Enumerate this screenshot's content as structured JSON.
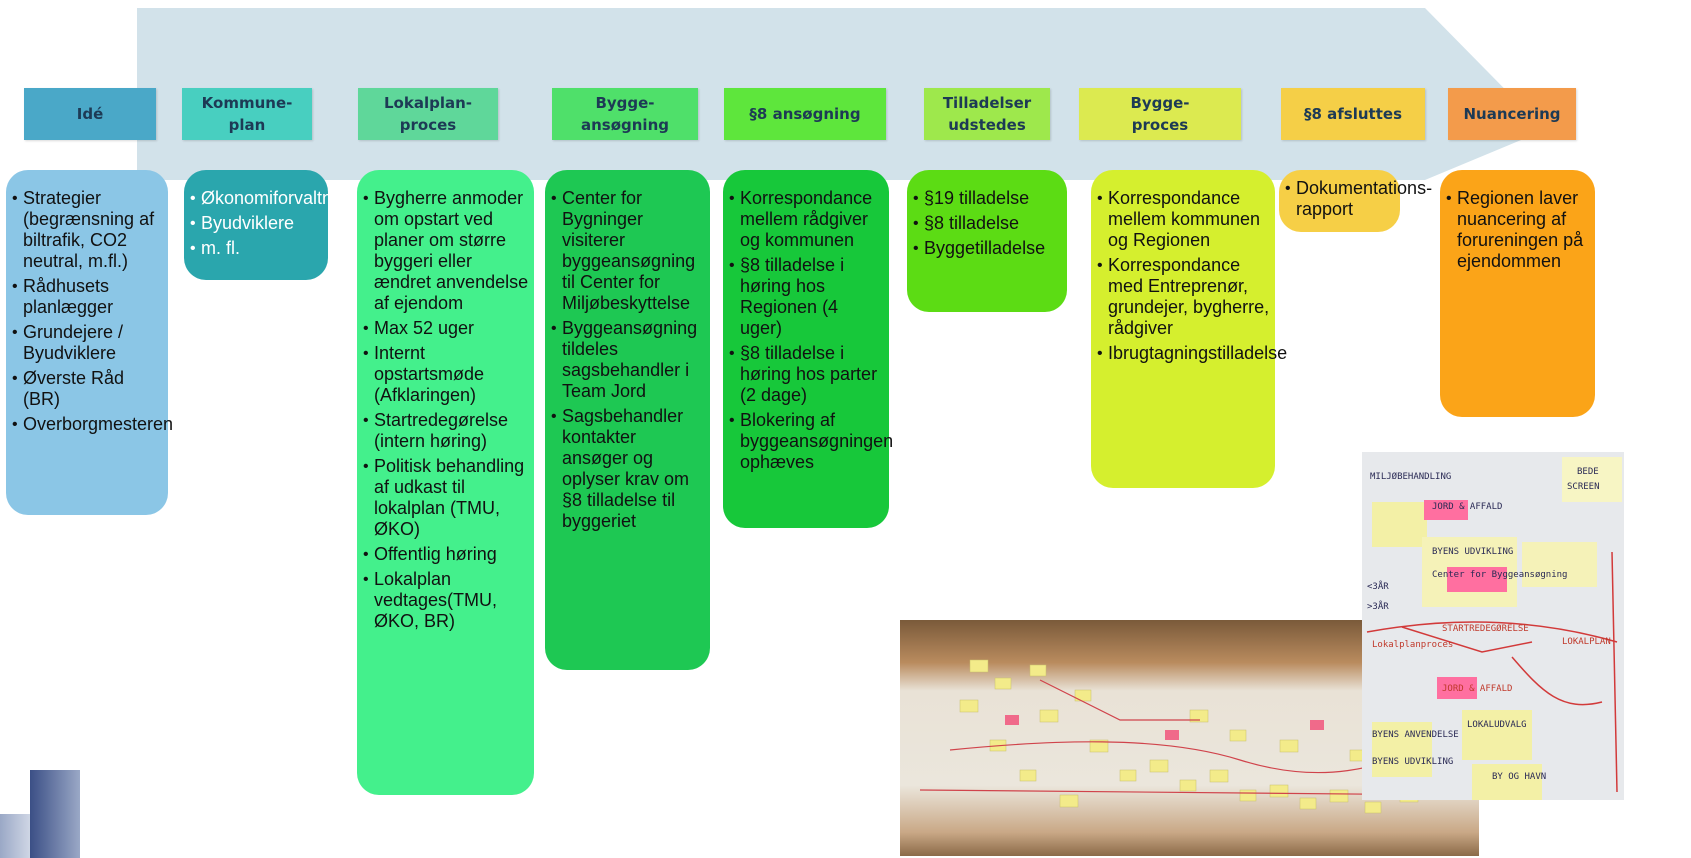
{
  "colors": {
    "arrow_fill": "#d2e2ea",
    "stage_fills": [
      "#4aa8c8",
      "#48cfc0",
      "#5fd79a",
      "#4fe06a",
      "#5ee63c",
      "#9ee84c",
      "#dcea50",
      "#f5cf47",
      "#f39b4b"
    ],
    "panel_fills": [
      "#8bc6e6",
      "#2aa6ad",
      "#44f08c",
      "#1ec853",
      "#17c83a",
      "#5cdc14",
      "#d5ef2e",
      "#f6cf46",
      "#fba418"
    ]
  },
  "stages": [
    "Idé",
    "Kommune-\nplan",
    "Lokalplan-\nproces",
    "Bygge-\nansøgning",
    "§8 ansøgning",
    "Tilladelser\nudstedes",
    "Bygge-\nproces",
    "§8 afsluttes",
    "Nuancering"
  ],
  "panels": [
    [
      "Strategier (begrænsning af biltrafik, CO2 neutral, m.fl.)",
      "Rådhusets planlægger",
      "Grundejere / Byudviklere",
      "Øverste Råd (BR)",
      "Overborgmesteren"
    ],
    [
      "Økonomiforvaltningen",
      "Byudviklere",
      "m. fl."
    ],
    [
      "Bygherre anmoder om opstart ved planer om større byggeri eller ændret anvendelse af ejendom",
      "Max 52 uger",
      "Internt opstartsmøde (Afklaringen)",
      "Startredegørelse (intern høring)",
      "Politisk behandling af udkast til lokalplan (TMU, ØKO)",
      "Offentlig høring",
      "Lokalplan vedtages(TMU, ØKO, BR)"
    ],
    [
      "Center for Bygninger visiterer byggeansøgning til Center for Miljøbeskyttelse",
      "Byggeansøgning tildeles sagsbehandler i Team Jord",
      "Sagsbehandler kontakter ansøger og oplyser krav om §8 tilladelse til byggeriet"
    ],
    [
      "Korrespondance mellem rådgiver og kommunen",
      "§8 tilladelse i høring hos Regionen (4 uger)",
      "§8 tilladelse i høring hos parter (2 dage)",
      "Blokering af byggeansøgningen ophæves"
    ],
    [
      "§19 tilladelse",
      "§8 tilladelse",
      "Byggetilladelse"
    ],
    [
      "Korrespondance mellem kommunen og Regionen",
      "Korrespondance med Entreprenør, grundejer, bygherre, rådgiver",
      "Ibrugtagningstilladelse"
    ],
    [
      "Dokumentations-rapport"
    ],
    [
      "Regionen laver nuancering af forureningen på ejendommen"
    ]
  ],
  "photo_scribbles": [
    "MILJØBEHANDLING",
    "JORD & AFFALD",
    "BYENS UDVIKLING",
    "Center for Byggeansøgning",
    "<3ÅR",
    ">3ÅR",
    "LOKALPLAN",
    "STARTREDEGØRELSE",
    "Lokalplanproces",
    "JORD & AFFALD",
    "BYENS ANVENDELSE",
    "LOKALUDVALG",
    "BYENS UDVIKLING",
    "BY OG HAVN",
    "BEDE",
    "SCREEN"
  ]
}
